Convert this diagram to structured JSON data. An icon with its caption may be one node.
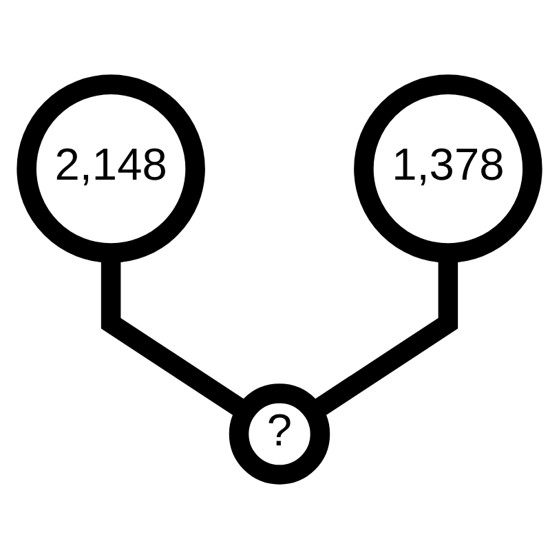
{
  "diagram": {
    "nodes": [
      {
        "text": [
          "2,148"
        ]
      },
      {
        "text": [
          "1,378"
        ]
      },
      {
        "text": [
          "?"
        ]
      }
    ],
    "edges": [
      {
        "from": 0,
        "to": 2,
        "arrow": "none"
      },
      {
        "from": 1,
        "to": 2,
        "arrow": "none"
      }
    ]
  }
}
